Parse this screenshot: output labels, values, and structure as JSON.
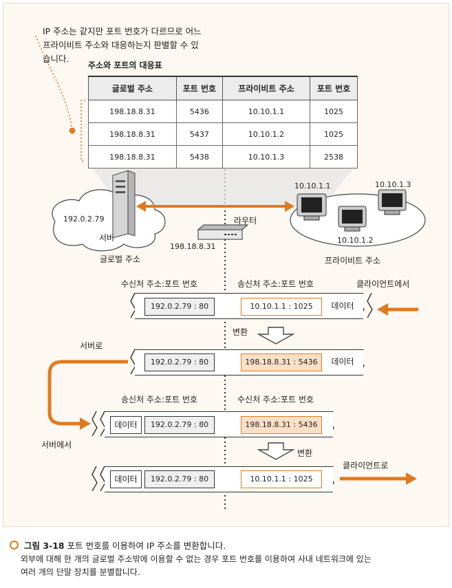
{
  "note": {
    "line1": "IP 주소는 같지만 포트 번호가 다르므로 어느",
    "line2": "프라이비트 주소와 대응하는지 판별할 수 있",
    "line3": "습니다."
  },
  "table": {
    "title": "주소와 포트의 대응표",
    "headers": [
      "글로벌 주소",
      "포트 번호",
      "프라이비트 주소",
      "포트 번호"
    ],
    "rows": [
      [
        "198.18.8.31",
        "5436",
        "10.10.1.1",
        "1025"
      ],
      [
        "198.18.8.31",
        "5437",
        "10.10.1.2",
        "1025"
      ],
      [
        "198.18.8.31",
        "5438",
        "10.10.1.3",
        "2538"
      ]
    ]
  },
  "network": {
    "server_ip": "192.0.2.79",
    "server_label": "서버",
    "global_label": "글로벌 주소",
    "router_label": "라우터",
    "router_ip": "198.18.8.31",
    "pc1": "10.10.1.1",
    "pc2": "10.10.1.2",
    "pc3": "10.10.1.3",
    "private_label": "프라이비트 주소"
  },
  "flow": {
    "dest_header": "수신처 주소:포트 번호",
    "src_header": "송신처 주소:포트 번호",
    "from_client": "클라이언트에서",
    "convert": "변환",
    "to_server": "서버로",
    "from_server": "서버에서",
    "to_client": "클라이언트로",
    "data": "데이터",
    "p1_left": "192.0.2.79 : 80",
    "p1_right": "10.10.1.1 : 1025",
    "p2_left": "192.0.2.79 : 80",
    "p2_right": "198.18.8.31 : 5436",
    "p3_left": "192.0.2.79 : 80",
    "p3_right": "198.18.8.31 : 5436",
    "p4_left": "192.0.2.79 : 80",
    "p4_right": "10.10.1.1 : 1025"
  },
  "caption": {
    "figure": "그림 3-18",
    "title": "포트 번호를 이용하여 IP 주소를 변환합니다.",
    "body1": "외부에 대해 한 개의 글로벌 주소밖에 이용할 수 없는 경우 포트 번호를 이용하여 사내 네트워크에 있는",
    "body2": "여러 개의 단말 장치를 분별합니다."
  },
  "colors": {
    "accent": "#e07a1f",
    "light_orange": "#fbe0c8",
    "bg": "#fdf8f1"
  }
}
